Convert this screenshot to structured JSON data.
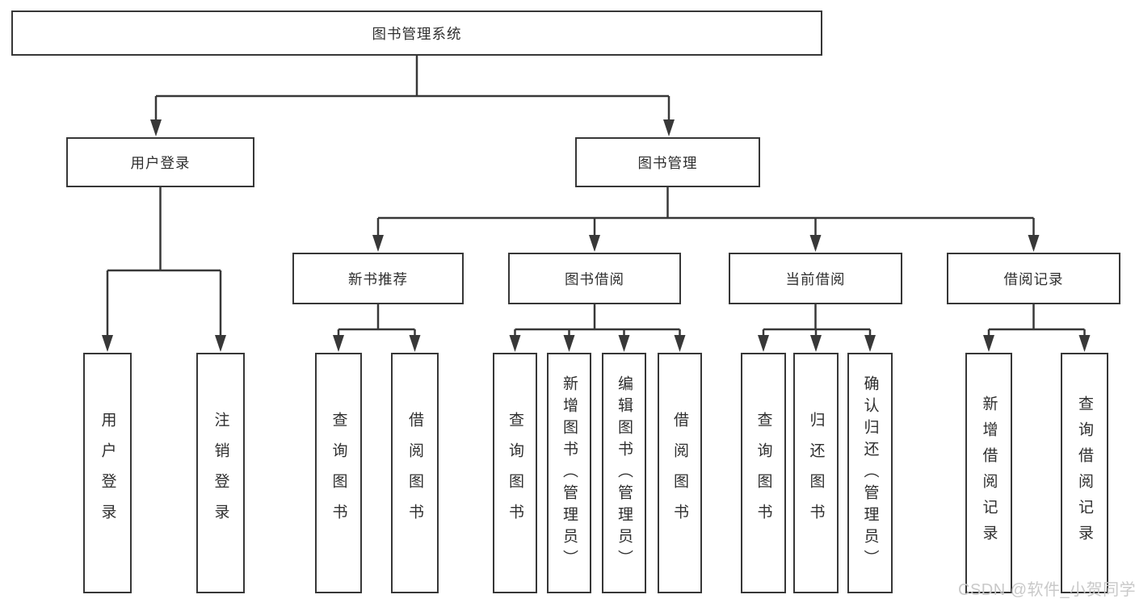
{
  "tree": {
    "root": {
      "label": "图书管理系统"
    },
    "branches": [
      {
        "label": "用户登录",
        "children": [
          {
            "label": "用户登录"
          },
          {
            "label": "注销登录"
          }
        ]
      },
      {
        "label": "图书管理",
        "groups": [
          {
            "label": "新书推荐",
            "children": [
              {
                "label": "查询图书"
              },
              {
                "label": "借阅图书"
              }
            ]
          },
          {
            "label": "图书借阅",
            "children": [
              {
                "label": "查询图书"
              },
              {
                "label": "新增图书（管理员）"
              },
              {
                "label": "编辑图书（管理员）"
              },
              {
                "label": "借阅图书"
              }
            ]
          },
          {
            "label": "当前借阅",
            "children": [
              {
                "label": "查询图书"
              },
              {
                "label": "归还图书"
              },
              {
                "label": "确认归还（管理员）"
              }
            ]
          },
          {
            "label": "借阅记录",
            "children": [
              {
                "label": "新增借阅记录"
              },
              {
                "label": "查询借阅记录"
              }
            ]
          }
        ]
      }
    ]
  },
  "watermark": {
    "text": "CSDN @软件_小贺同学"
  },
  "colors": {
    "line": "#383838",
    "border": "#373737",
    "text": "#2f2f2f",
    "watermark": "#c9c9c9",
    "background": "#ffffff"
  }
}
